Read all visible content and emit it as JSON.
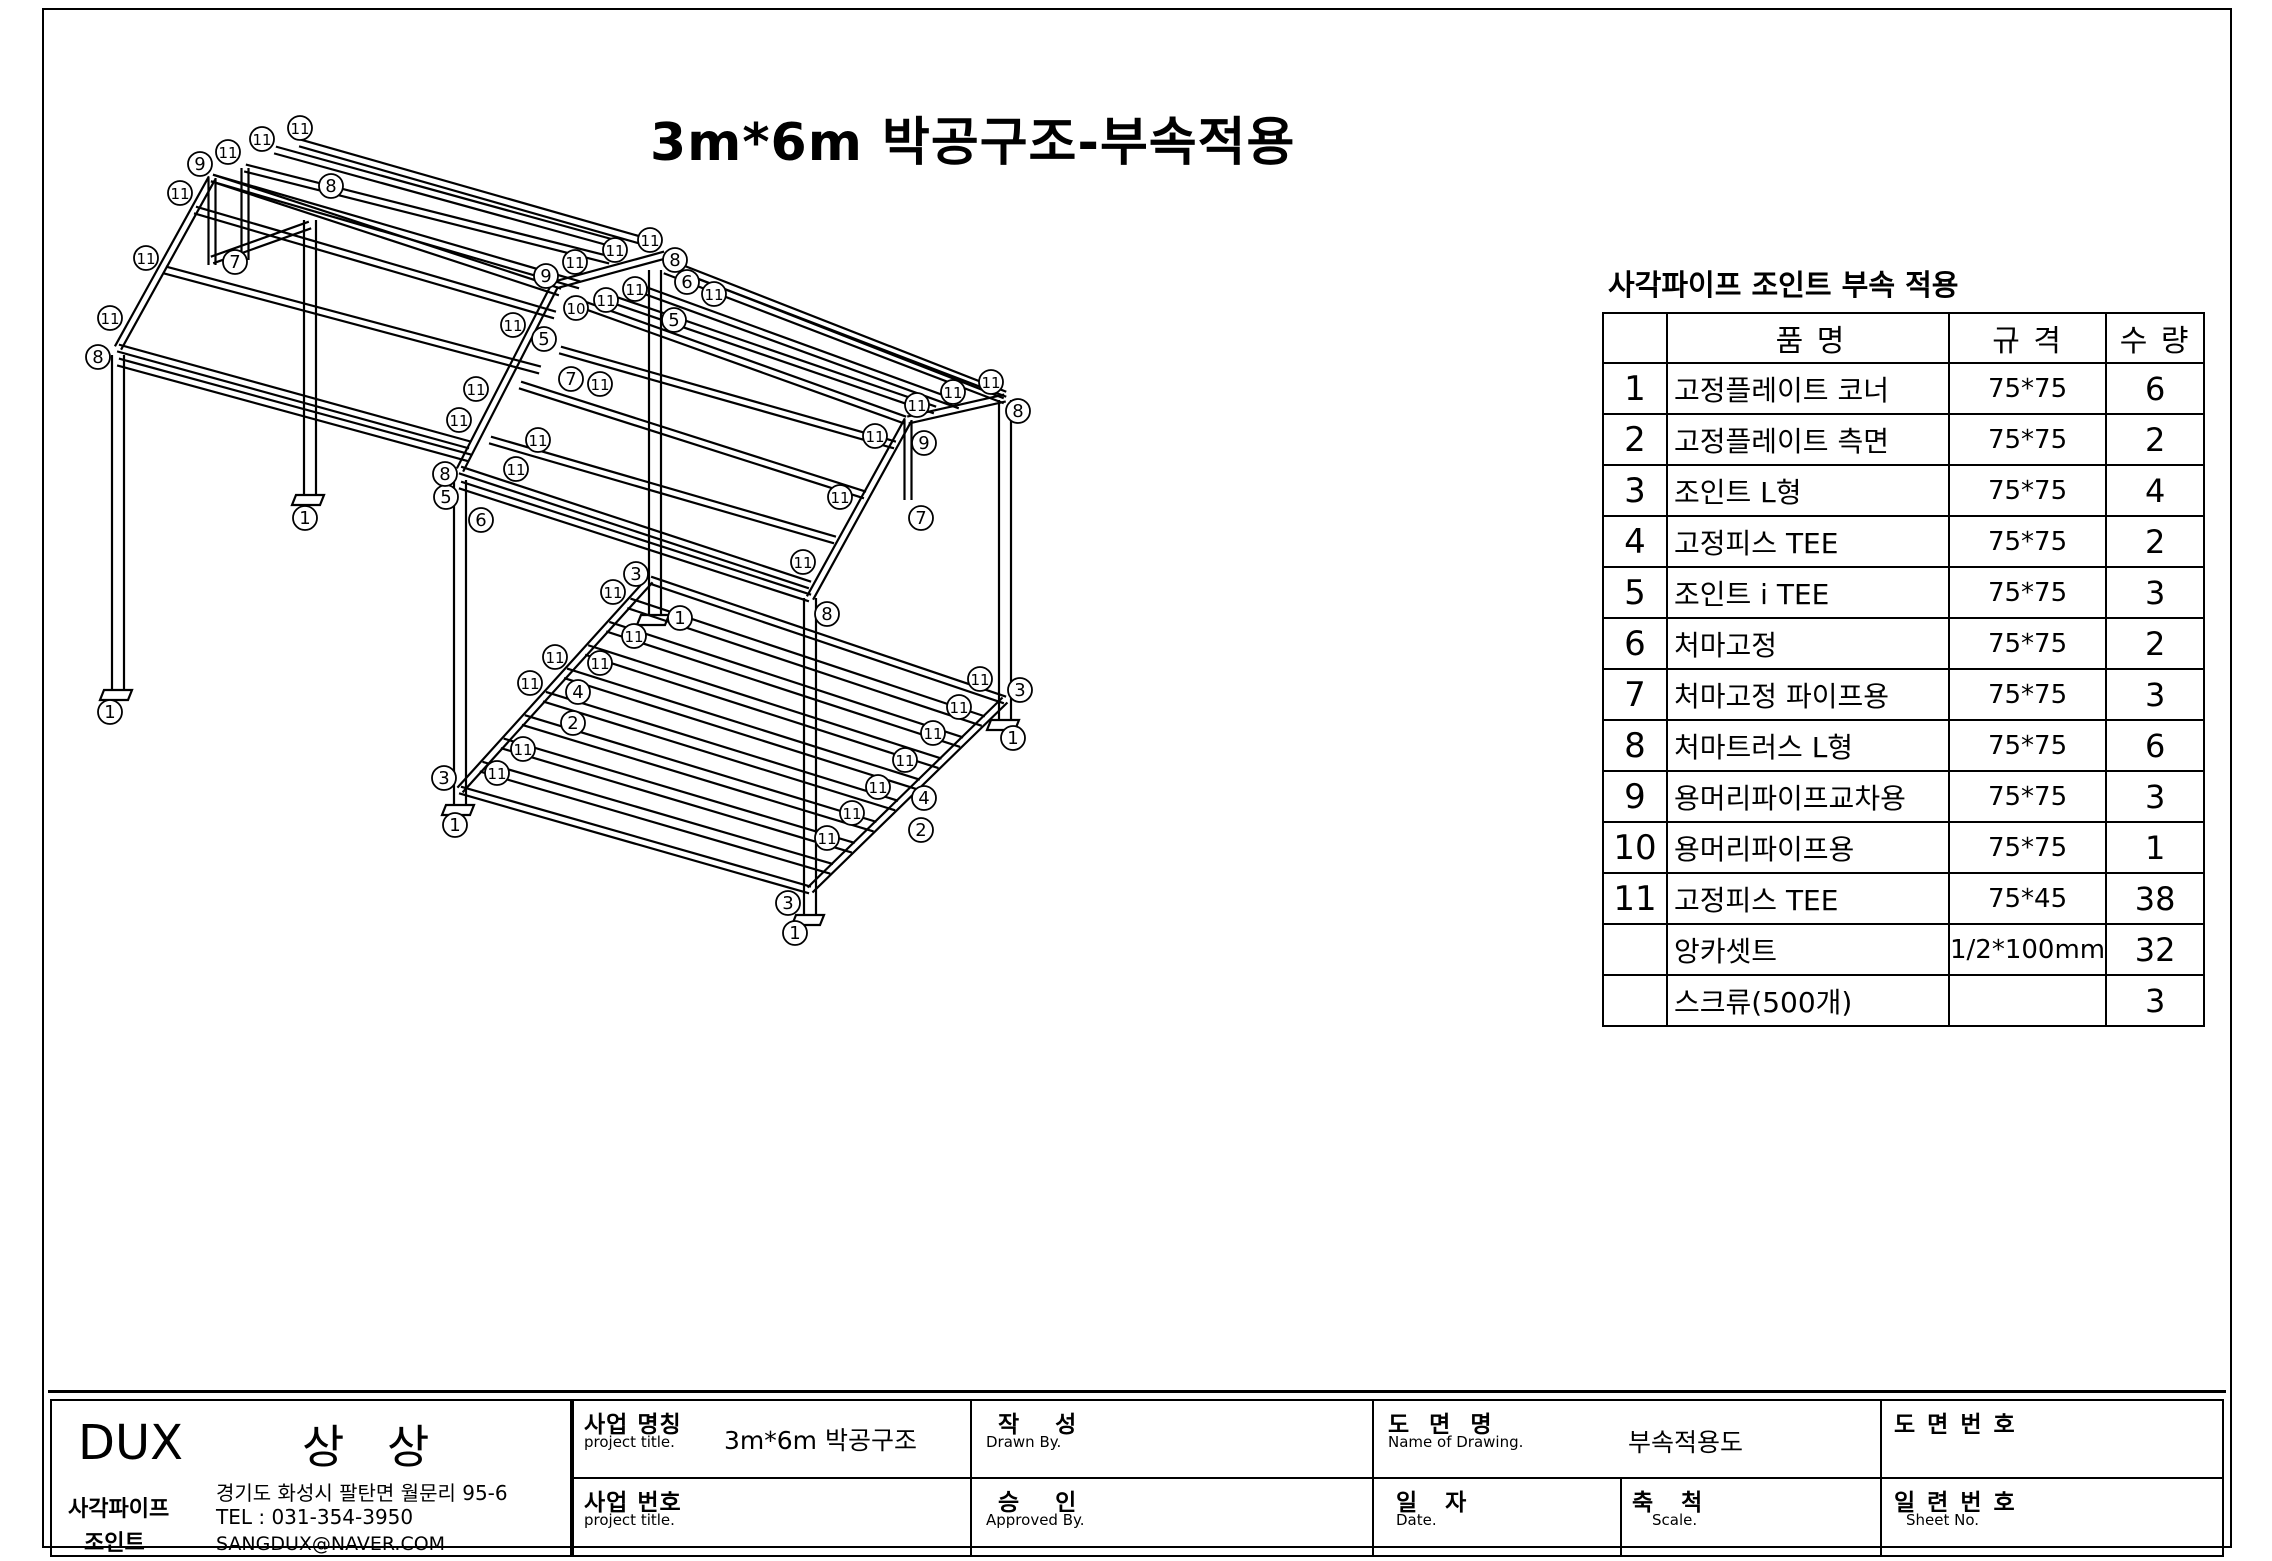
{
  "title": "3m*6m 박공구조-부속적용",
  "table": {
    "title": "사각파이프 조인트 부속 적용",
    "headers": {
      "name": "품 명",
      "spec": "규 격",
      "qty": "수 량"
    },
    "rows": [
      {
        "no": "1",
        "name": "고정플레이트 코너",
        "spec": "75*75",
        "qty": "6"
      },
      {
        "no": "2",
        "name": "고정플레이트 측면",
        "spec": "75*75",
        "qty": "2"
      },
      {
        "no": "3",
        "name": "조인트 L형",
        "spec": "75*75",
        "qty": "4"
      },
      {
        "no": "4",
        "name": "고정피스 TEE",
        "spec": "75*75",
        "qty": "2"
      },
      {
        "no": "5",
        "name": "조인트 i TEE",
        "spec": "75*75",
        "qty": "3"
      },
      {
        "no": "6",
        "name": "처마고정",
        "spec": "75*75",
        "qty": "2"
      },
      {
        "no": "7",
        "name": "처마고정 파이프용",
        "spec": "75*75",
        "qty": "3"
      },
      {
        "no": "8",
        "name": "처마트러스 L형",
        "spec": "75*75",
        "qty": "6"
      },
      {
        "no": "9",
        "name": "용머리파이프교차용",
        "spec": "75*75",
        "qty": "3"
      },
      {
        "no": "10",
        "name": "용머리파이프용",
        "spec": "75*75",
        "qty": "1"
      },
      {
        "no": "11",
        "name": "고정피스 TEE",
        "spec": "75*45",
        "qty": "38"
      },
      {
        "no": "",
        "name": "앙카셋트",
        "spec": "1/2*100mm",
        "qty": "32"
      },
      {
        "no": "",
        "name": "스크류(500개)",
        "spec": "",
        "qty": "3"
      }
    ]
  },
  "title_block": {
    "brand": "DUX",
    "company": "상 상",
    "sub_brand_line1": "사각파이프",
    "sub_brand_line2": "조인트",
    "address": "경기도 화성시 팔탄면 월문리 95-6",
    "tel": "TEL : 031-354-3950",
    "email": "SANGDUX@NAVER.COM",
    "project_name_label": "사업 명칭",
    "project_name_sub": "project title.",
    "project_name_value": "3m*6m 박공구조",
    "project_no_label": "사업 번호",
    "project_no_sub": "project title.",
    "drawn_label": "작 성",
    "drawn_sub": "Drawn By.",
    "approved_label": "승 인",
    "approved_sub": "Approved By.",
    "drawing_name_label": "도 면 명",
    "drawing_name_sub": "Name of Drawing.",
    "drawing_name_value": "부속적용도",
    "date_label": "일 자",
    "date_sub": "Date.",
    "scale_label": "축 척",
    "scale_sub": "Scale.",
    "drawing_no_label": "도 면 번 호",
    "sheet_no_label": "일 련 번 호",
    "sheet_no_sub": "Sheet No."
  },
  "callouts": [
    "1",
    "2",
    "3",
    "4",
    "5",
    "6",
    "7",
    "8",
    "9",
    "10",
    "11"
  ]
}
